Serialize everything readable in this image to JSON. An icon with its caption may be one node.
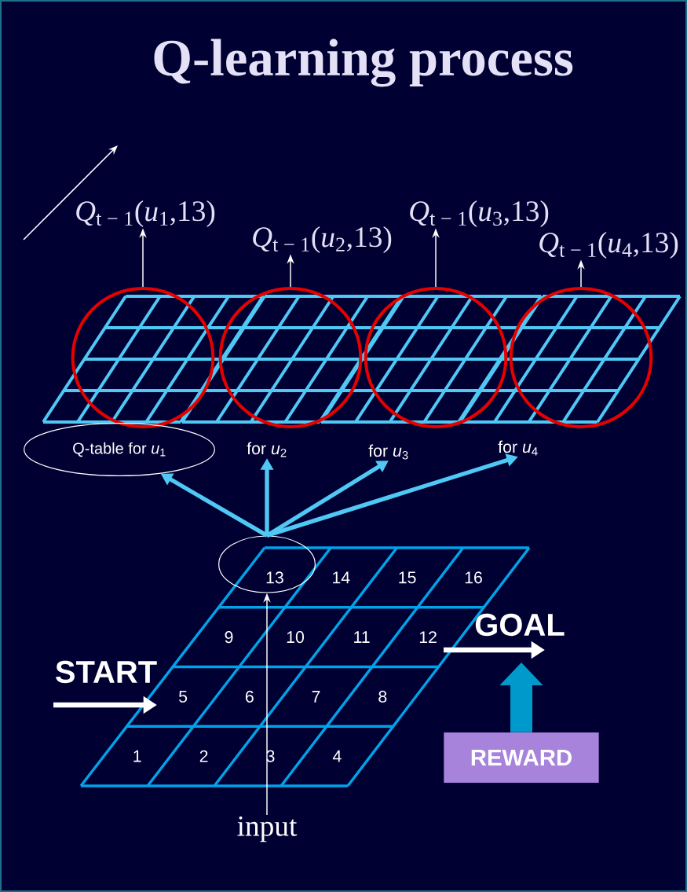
{
  "diagram": {
    "title": "Q-learning process",
    "nodes": [
      {
        "text": [
          "*Q*$_{t − 1}$(*u*$_{1}$,13)"
        ]
      },
      {
        "text": [
          "*Q*$_{t − 1}$(*u*$_{2}$,13)"
        ]
      },
      {
        "text": [
          "*Q*$_{t − 1}$(*u*$_{3}$,13)"
        ]
      },
      {
        "text": [
          "*Q*$_{t − 1}$(*u*$_{4}$,13)"
        ]
      },
      {
        "text": [],
        "shape": "circle"
      },
      {
        "text": [],
        "shape": "circle"
      },
      {
        "text": [],
        "shape": "circle"
      },
      {
        "text": [],
        "shape": "circle"
      },
      {
        "text": [
          "Q-table for *u*$_{1}$"
        ]
      },
      {
        "text": [
          "for *u*$_{2}$"
        ]
      },
      {
        "text": [
          "for *u*$_{3}$"
        ]
      },
      {
        "text": [
          "for *u*$_{4}$"
        ]
      },
      {
        "text": [],
        "shape": "circle"
      },
      {
        "text": [
          "GOAL"
        ]
      },
      {
        "text": [
          "REWARD"
        ]
      },
      {
        "text": [
          "input"
        ]
      }
    ],
    "edges": [
      {
        "from": 4,
        "to": 0,
        "arrow": "to"
      },
      {
        "from": 5,
        "to": 1,
        "arrow": "to"
      },
      {
        "from": 6,
        "to": 2,
        "arrow": "to"
      },
      {
        "from": 7,
        "to": 3,
        "arrow": "to"
      },
      {
        "from": 12,
        "to": 8,
        "arrow": "to",
        "style": "thick",
        "color": "#4fc8f4"
      },
      {
        "from": 12,
        "to": 9,
        "arrow": "to",
        "style": "thick",
        "color": "#4fc8f4"
      },
      {
        "from": 12,
        "to": 10,
        "arrow": "to",
        "style": "thick",
        "color": "#4fc8f4"
      },
      {
        "from": 12,
        "to": 11,
        "arrow": "to",
        "style": "thick",
        "color": "#4fc8f4"
      },
      {
        "from": 15,
        "to": 12,
        "arrow": "to"
      },
      {
        "from": 14,
        "to": 13,
        "arrow": "to",
        "style": "thick",
        "color": "#0099cc"
      }
    ],
    "labels": [
      "13",
      "14",
      "15",
      "16",
      "9",
      "10",
      "11",
      "12",
      "5",
      "6",
      "7",
      "8",
      "1",
      "2",
      "3",
      "4",
      "START"
    ]
  }
}
